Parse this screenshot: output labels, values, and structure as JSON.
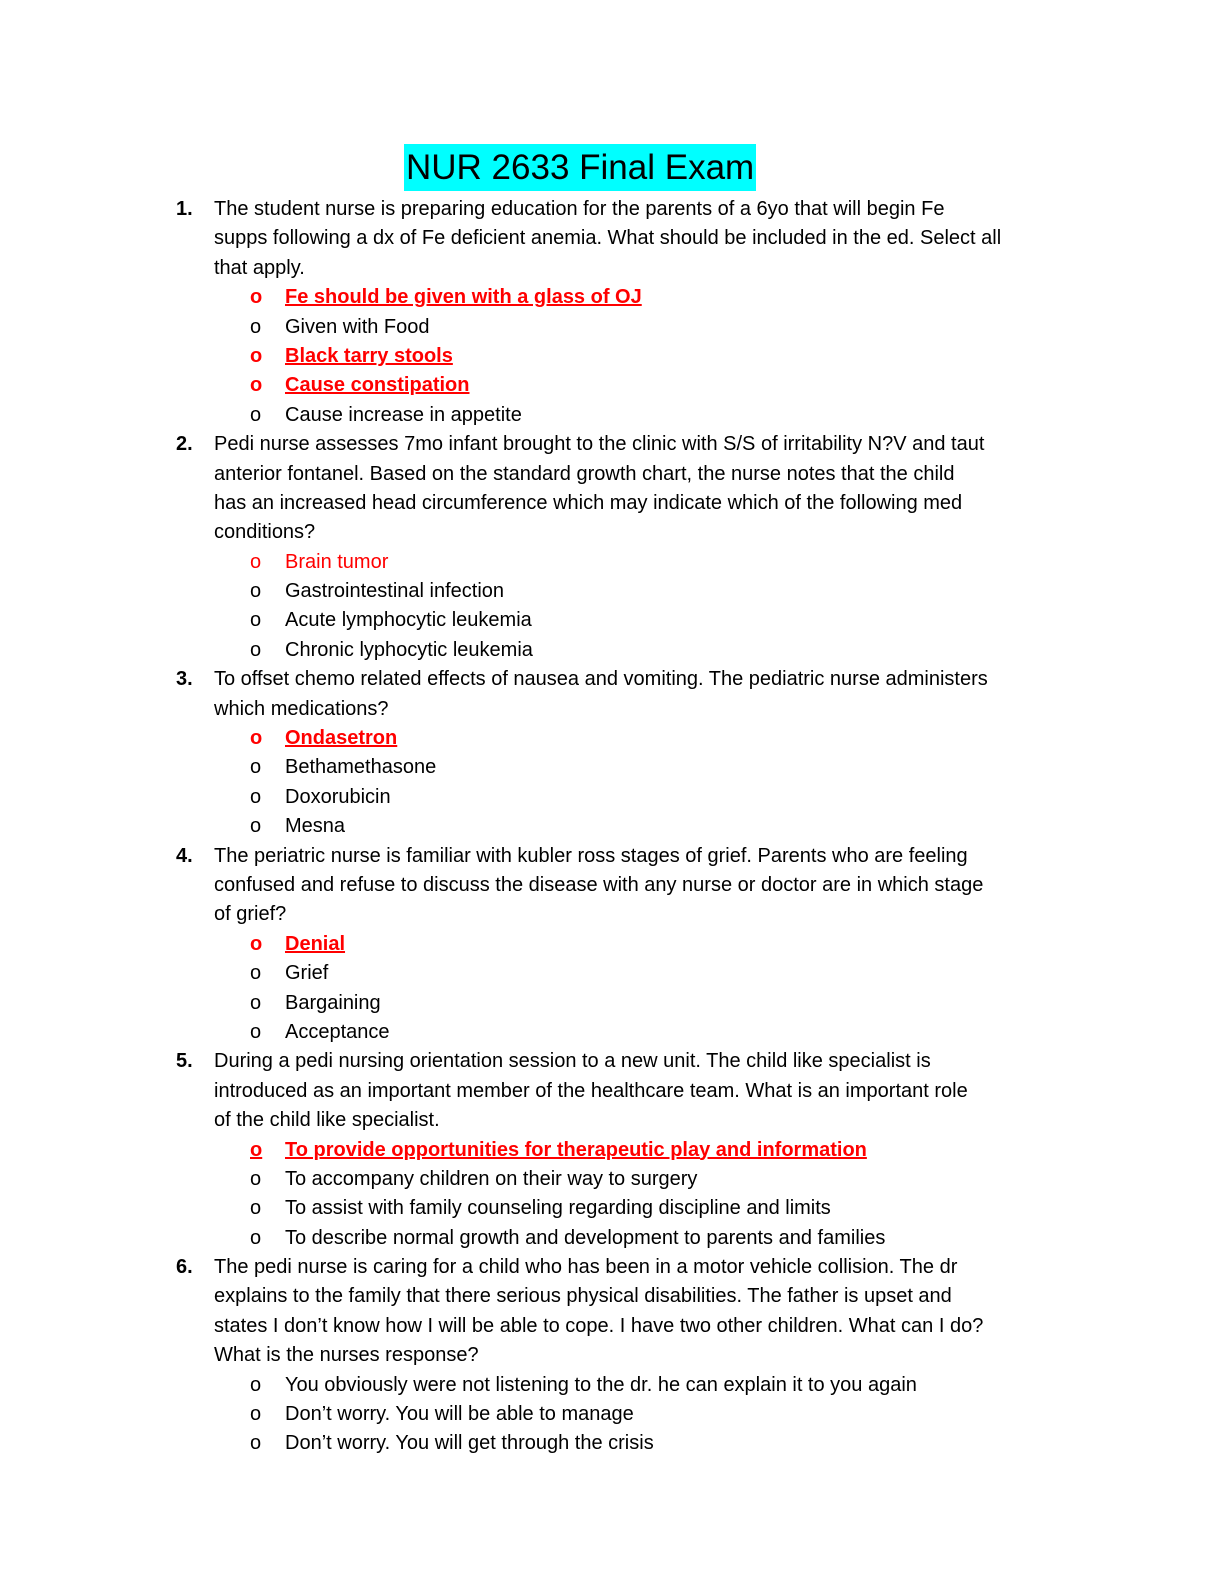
{
  "title": "NUR 2633 Final Exam",
  "bullet_char": "o",
  "questions": [
    {
      "number": "1.",
      "lines": [
        "The student nurse is preparing education for the parents of a 6yo that will begin Fe",
        "supps following a dx of Fe deficient anemia. What should be included in the ed. Select all",
        "that apply."
      ],
      "options": [
        {
          "text": "Fe should be given with a glass of OJ",
          "correct": true
        },
        {
          "text": "Given with Food",
          "correct": false
        },
        {
          "text": "Black tarry stools",
          "correct": true
        },
        {
          "text": "Cause constipation",
          "correct": true
        },
        {
          "text": "Cause increase in appetite",
          "correct": false
        }
      ]
    },
    {
      "number": "2.",
      "lines": [
        "Pedi nurse assesses 7mo infant brought to the clinic with S/S of irritability N?V and taut",
        "anterior fontanel. Based on the standard growth chart, the nurse notes that the child",
        "has an increased head circumference which may indicate which of the following med",
        "conditions?"
      ],
      "options": [
        {
          "text": "Brain tumor",
          "correct": true
        },
        {
          "text": "Gastrointestinal infection",
          "correct": false
        },
        {
          "text": "Acute lymphocytic leukemia",
          "correct": false
        },
        {
          "text": "Chronic lyphocytic leukemia",
          "correct": false
        }
      ]
    },
    {
      "number": "3.",
      "lines": [
        "To offset chemo related effects of nausea and vomiting. The pediatric nurse administers",
        "which medications?"
      ],
      "options": [
        {
          "text": "Ondasetron",
          "correct": true
        },
        {
          "text": "Bethamethasone",
          "correct": false
        },
        {
          "text": "Doxorubicin",
          "correct": false
        },
        {
          "text": "Mesna",
          "correct": false
        }
      ]
    },
    {
      "number": "4.",
      "lines": [
        "The periatric nurse is familiar with kubler ross stages of grief. Parents who are feeling",
        "confused and refuse to discuss the disease with any nurse or doctor are in which stage",
        "of grief?"
      ],
      "options": [
        {
          "text": "Denial",
          "correct": true
        },
        {
          "text": "Grief",
          "correct": false
        },
        {
          "text": "Bargaining",
          "correct": false
        },
        {
          "text": "Acceptance",
          "correct": false
        }
      ]
    },
    {
      "number": "5.",
      "lines": [
        "During a pedi nursing orientation session to a new unit. The child like specialist is",
        "introduced as an important member of the healthcare team. What is an important role",
        "of the child like specialist."
      ],
      "options": [
        {
          "text": "To provide opportunities for therapeutic play and information",
          "correct": true
        },
        {
          "text": "To accompany children on their way to surgery",
          "correct": false
        },
        {
          "text": "To assist with family counseling regarding discipline and limits",
          "correct": false
        },
        {
          "text": "To describe normal growth and development to parents and families",
          "correct": false
        }
      ]
    },
    {
      "number": "6.",
      "lines": [
        "The pedi nurse is caring for a child who has been in a motor vehicle collision. The dr",
        "explains to the family that there serious physical disabilities. The father is upset and",
        "states I don’t know how I will be able to cope. I have two other children. What can I do?",
        "What is the nurses response?"
      ],
      "options": [
        {
          "text": "You obviously were not listening to the dr. he can explain it to you again",
          "correct": false
        },
        {
          "text": "Don’t worry. You will be able to manage",
          "correct": false
        },
        {
          "text": "Don’t worry. You will get through the crisis",
          "correct": false
        }
      ]
    }
  ]
}
